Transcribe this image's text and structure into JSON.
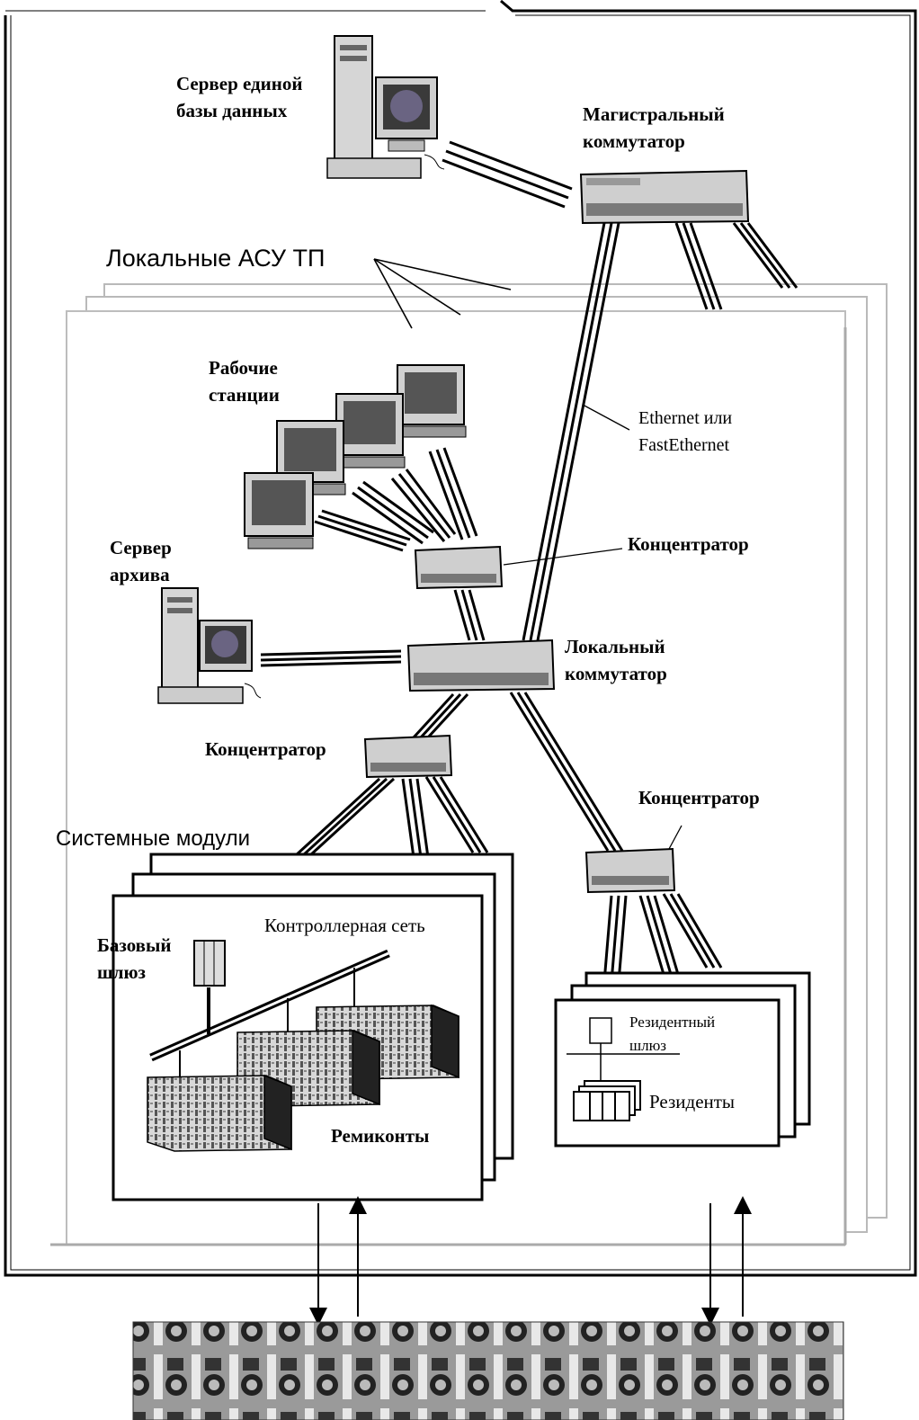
{
  "labels": {
    "db_server": "Сервер единой\nбазы данных",
    "backbone_switch": "Магистральный\nкоммутатор",
    "local_acs": "Локальные АСУ ТП",
    "workstations": "Рабочие\nстанции",
    "ethernet": "Ethernet или\nFastEthernet",
    "archive_server": "Сервер\nархива",
    "hub_top": "Концентратор",
    "local_switch": "Локальный\nкоммутатор",
    "hub_left": "Концентратор",
    "hub_right": "Концентратор",
    "system_modules": "Системные модули",
    "controller_net": "Контроллерная сеть",
    "base_gateway": "Базовый\nшлюз",
    "remikonts": "Ремиконты",
    "resident_gateway": "Резидентный\nшлюз",
    "residents": "Резиденты"
  }
}
